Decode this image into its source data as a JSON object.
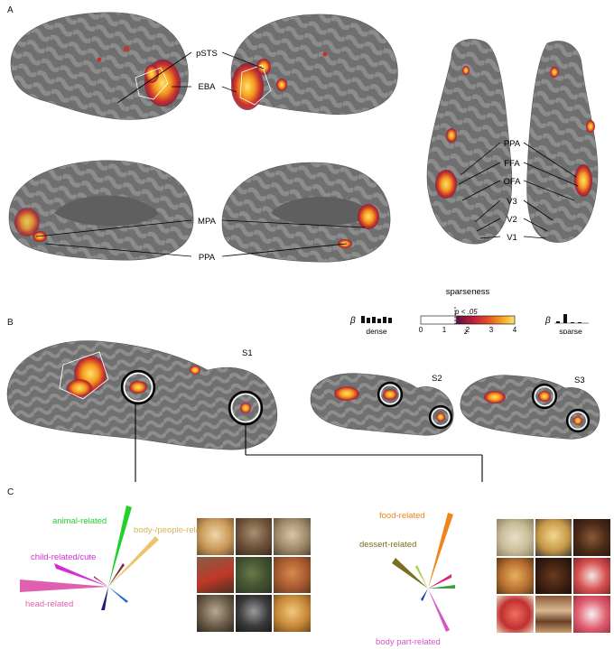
{
  "panels": {
    "a": "A",
    "b": "B",
    "c": "C"
  },
  "panel_a": {
    "labels_lateral": [
      "pSTS",
      "EBA"
    ],
    "labels_medial": [
      "MPA",
      "PPA"
    ],
    "labels_ventral": [
      "PPA",
      "FFA",
      "OFA",
      "V3",
      "V2",
      "V1"
    ]
  },
  "legend": {
    "title": "sparseness",
    "beta": "β",
    "dense": "dense",
    "sparse": "sparse",
    "p_label": "p < .05",
    "ticks": [
      "0",
      "1",
      "2",
      "3",
      "4"
    ],
    "axis": "z",
    "colors": [
      "#5a1040",
      "#b81e3c",
      "#e0472a",
      "#f59a20",
      "#fde46a"
    ]
  },
  "panel_b": {
    "subjects": [
      "S1",
      "S2",
      "S3"
    ]
  },
  "panel_c": {
    "left_labels": [
      "animal-related",
      "body-/people-related",
      "child-related/cute",
      "head-related"
    ],
    "right_labels": [
      "food-related",
      "dessert-related",
      "body part-related"
    ],
    "colors": {
      "animal": "#22d02c",
      "body": "#e9c46a",
      "child": "#d42cd6",
      "head": "#e060b0",
      "food": "#f0831a",
      "dessert": "#7a6e20",
      "bodypart": "#d857c7"
    }
  }
}
